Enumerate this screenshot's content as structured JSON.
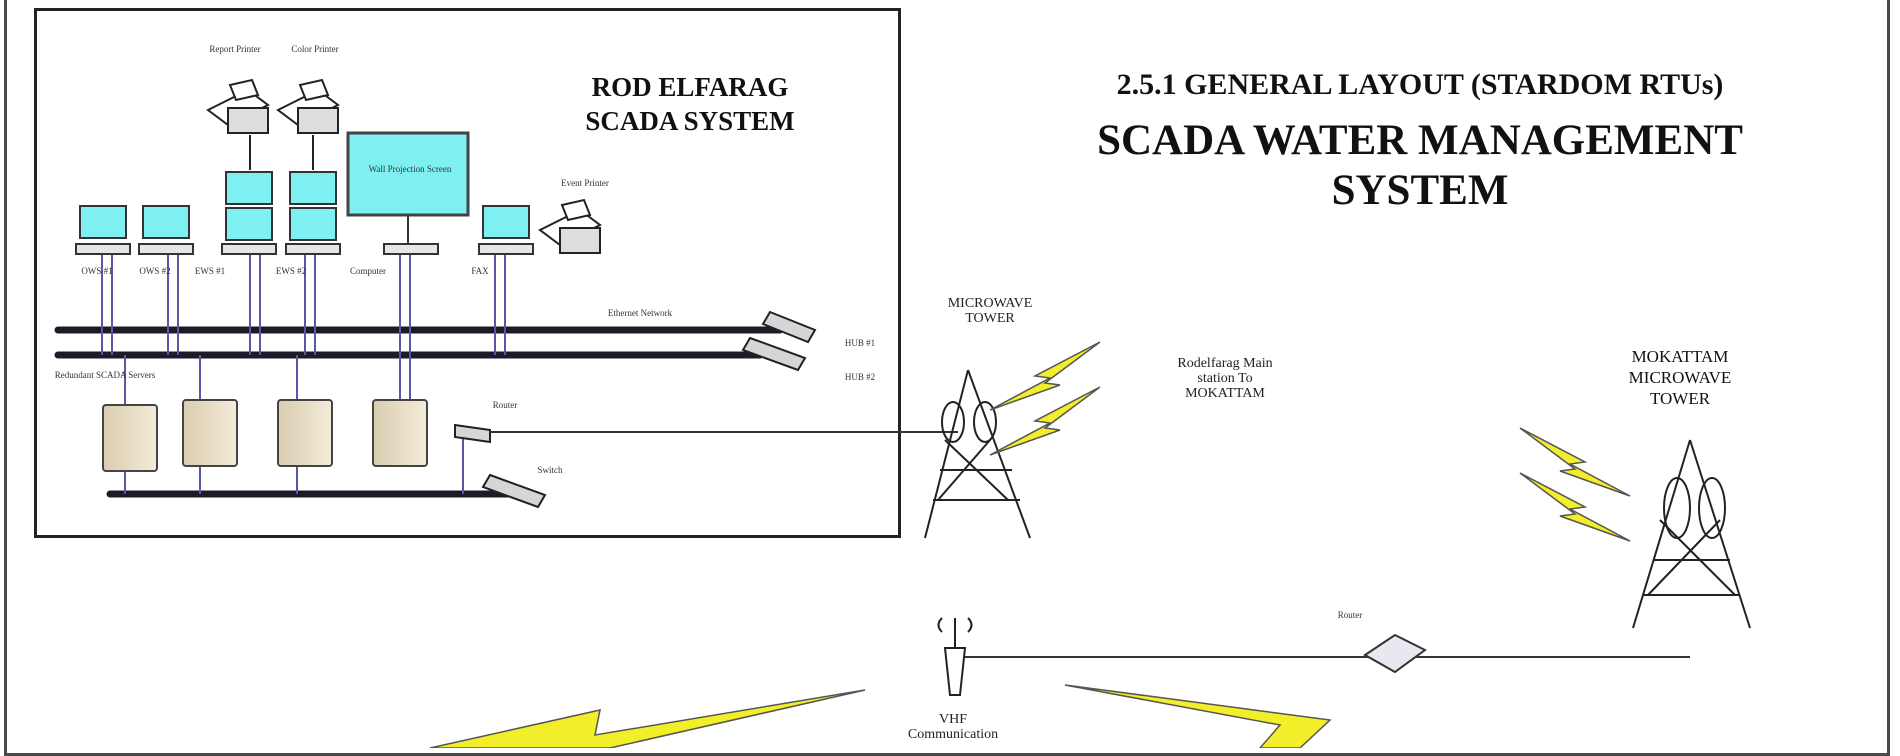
{
  "rod": {
    "title_line1": "ROD ELFARAG",
    "title_line2": "SCADA SYSTEM"
  },
  "header": {
    "section": "2.5.1 GENERAL LAYOUT (STARDOM RTUs)",
    "title_line1": "SCADA WATER MANAGEMENT",
    "title_line2": "SYSTEM"
  },
  "left_tower": {
    "label_line1": "MICROWAVE",
    "label_line2": "TOWER"
  },
  "link_note": {
    "line1": "Rodelfarag Main",
    "line2": "station To",
    "line3": "MOKATTAM"
  },
  "mokattam": {
    "line1": "MOKATTAM",
    "line2": "MICROWAVE",
    "line3": "TOWER"
  },
  "vhf": {
    "line1": "VHF",
    "line2": "Communication"
  },
  "small_labels": {
    "printer_a": "Report Printer",
    "printer_b": "Color Printer",
    "printer_c": "Event Printer",
    "screen": "Wall Projection Screen",
    "network_a": "Ethernet Network",
    "hub_a": "HUB #1",
    "hub_b": "HUB #2",
    "servers": "Redundant SCADA Servers",
    "router": "Router",
    "switch": "Switch",
    "ws1": "OWS #1",
    "ws2": "OWS #2",
    "ws3": "EWS #1",
    "ws4": "EWS #2",
    "ws5": "Computer",
    "ws6": "FAX",
    "router_right": "Router"
  },
  "colors": {
    "lightning": "#f3ee2a",
    "screen": "#7ff0f2",
    "line": "#222222"
  }
}
